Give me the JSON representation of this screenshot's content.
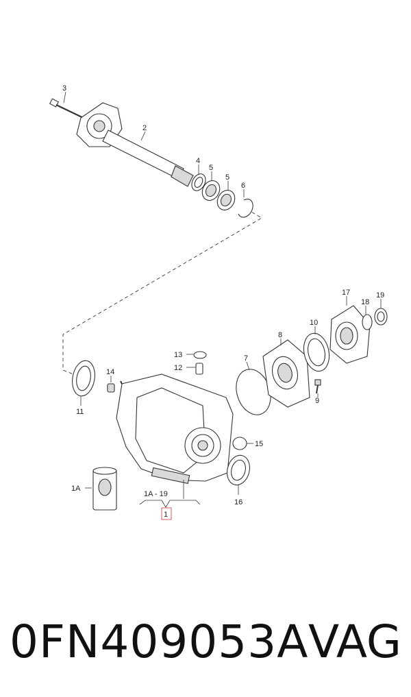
{
  "diagram": {
    "callouts": {
      "c1": "1",
      "c1a": "1A",
      "c1a19": "1A - 19",
      "c2": "2",
      "c3": "3",
      "c4": "4",
      "c5a": "5",
      "c5b": "5",
      "c6": "6",
      "c7": "7",
      "c8": "8",
      "c9": "9",
      "c10": "10",
      "c11": "11",
      "c12": "12",
      "c13": "13",
      "c14": "14",
      "c15": "15",
      "c16": "16",
      "c17": "17",
      "c18": "18",
      "c19": "19"
    },
    "highlight_color": "#e05a5a"
  },
  "footer": {
    "part_number": "0FN409053A",
    "brand": "VAG"
  }
}
